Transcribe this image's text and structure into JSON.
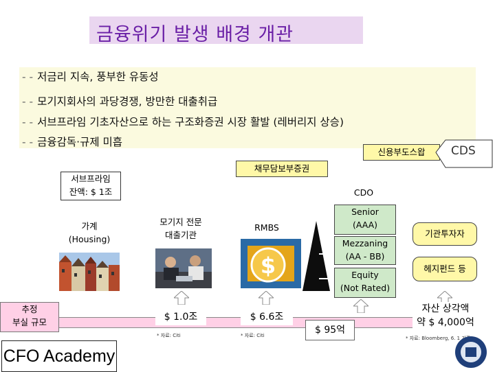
{
  "title": "금융위기 발생 배경 개관",
  "bullets": [
    "저금리 지속, 풍부한 유동성",
    "모기지회사의 과당경쟁, 방만한 대출취급",
    "서브프라임 기초자산으로 하는 구조화증권 시장 활발 (레버리지 상승)",
    "금융감독·규제 미흡"
  ],
  "bullet_marker": "- -",
  "cds_small_label": "신용부도스왑",
  "cds_label": "CDS",
  "cdo_bond_label": "채무담보부증권",
  "subprime": {
    "line1": "서브프라임",
    "line2": "잔액: $ 1조"
  },
  "household": {
    "line1": "가계",
    "line2": "(Housing)"
  },
  "mortgage": {
    "line1": "모기지 전문",
    "line2": "대출기관"
  },
  "rmbs": "RMBS",
  "cdo": {
    "header": "CDO",
    "senior": [
      "Senior",
      "(AAA)"
    ],
    "mezz": [
      "Mezzaning",
      "(AA - BB)"
    ],
    "equity": [
      "Equity",
      "(Not Rated)"
    ]
  },
  "investor": "기관투자자",
  "hedge": "헤지펀드 등",
  "estimate": {
    "line1": "추정",
    "line2": "부실 규모"
  },
  "values": {
    "mortgage_loss": "$ 1.0조",
    "rmbs_loss": "$ 6.6조",
    "cdo_loss": "$ 95억",
    "asset_writedown_1": "자산 상각액",
    "asset_writedown_2": "약 $ 4,000억"
  },
  "sources": {
    "s1": "* 자료: Citi",
    "s2": "* 자료: Citi",
    "s3": "* 자료: Bloomberg, 6. 1 기준"
  },
  "logo": "CFO Academy",
  "colors": {
    "title": "#6a1fa6",
    "accent_green": "#cfe9c9",
    "yellow": "#fff8a8",
    "pink": "#ffd0e6"
  }
}
